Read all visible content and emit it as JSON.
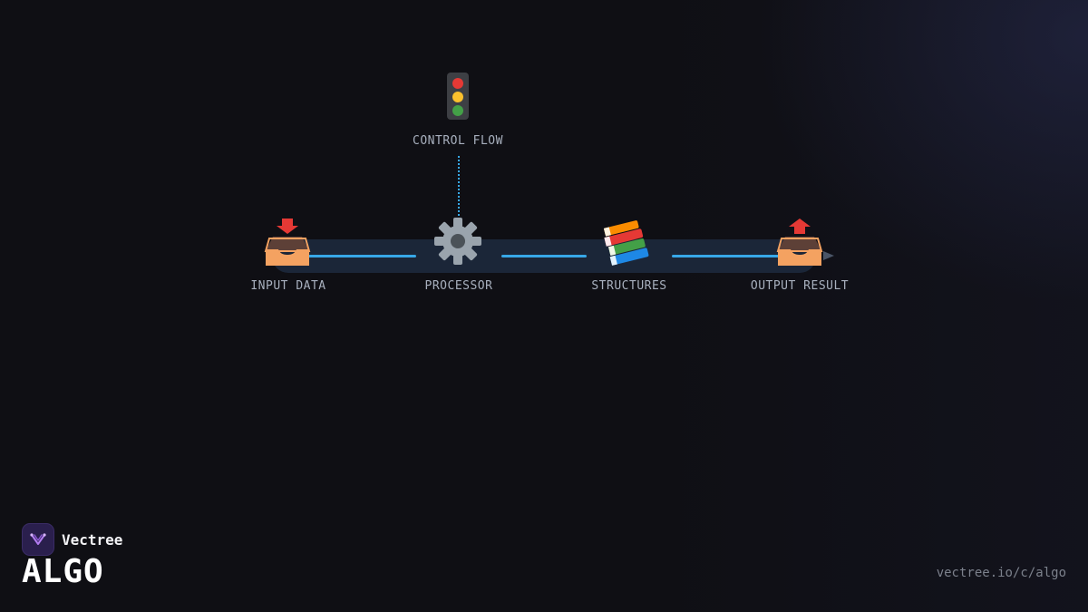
{
  "diagram": {
    "nodes": [
      {
        "label": "INPUT DATA",
        "icon": "inbox-tray-icon"
      },
      {
        "label": "PROCESSOR",
        "icon": "gear-icon"
      },
      {
        "label": "STRUCTURES",
        "icon": "books-icon"
      },
      {
        "label": "OUTPUT RESULT",
        "icon": "outbox-tray-icon"
      }
    ],
    "control": {
      "label": "CONTROL FLOW",
      "icon": "traffic-light-icon"
    }
  },
  "brand": {
    "name": "Vectree",
    "title": "ALGO",
    "url": "vectree.io/c/algo"
  },
  "colors": {
    "background": "#0f0f14",
    "track": "#1b2638",
    "connector": "#38a8e8",
    "label": "#a8b0be",
    "logo": "#2a1f4d"
  }
}
